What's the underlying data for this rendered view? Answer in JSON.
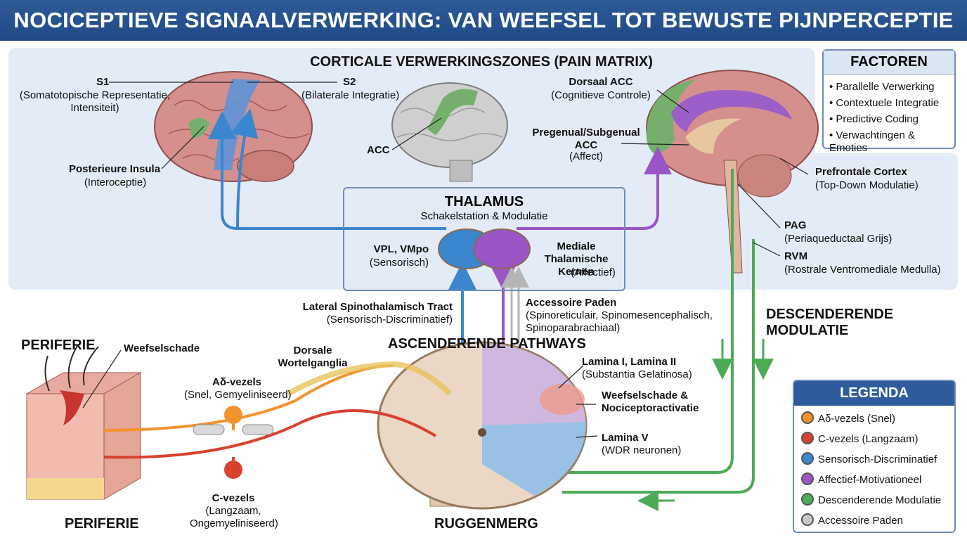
{
  "title": "NOCICEPTIEVE SIGNAALVERWERKING: VAN WEEFSEL TOT BEWUSTE PIJNPERCEPTIE",
  "cortex": {
    "header": "CORTICALE VERWERKINGSZONES (PAIN MATRIX)",
    "s1": {
      "label": "S1",
      "desc": "(Somatotopische Representatie, Intensiteit)"
    },
    "s2": {
      "label": "S2",
      "desc": "(Bilaterale Integratie)"
    },
    "insula": {
      "label": "Posterieure Insula",
      "desc": "(Interoceptie)"
    },
    "acc": {
      "label": "ACC"
    },
    "dorsal_acc": {
      "label": "Dorsaal ACC",
      "desc": "(Cognitieve Controle)"
    },
    "pregenual_acc": {
      "label": "Pregenual/Subgenual ACC",
      "desc": "(Affect)"
    },
    "prefrontal": {
      "label": "Prefrontale Cortex",
      "desc": "(Top-Down Modulatie)"
    },
    "pag": {
      "label": "PAG",
      "desc": "(Periaqueductaal Grijs)"
    },
    "rvm": {
      "label": "RVM",
      "desc": "(Rostrale Ventromediale Medulla)"
    }
  },
  "factors": {
    "header": "FACTOREN",
    "items": [
      "Parallelle Verwerking",
      "Contextuele Integratie",
      "Predictive Coding",
      "Verwachtingen & Emoties"
    ]
  },
  "thalamus": {
    "header": "THALAMUS",
    "subtitle": "Schakelstation & Modulatie",
    "vpl": {
      "label": "VPL, VMpo",
      "desc": "(Sensorisch)"
    },
    "medial": {
      "label": "Mediale Thalamische Kernen",
      "desc": "(Affectief)"
    }
  },
  "pathways": {
    "lateral": {
      "label": "Lateral Spinothalamisch Tract",
      "desc": "(Sensorisch-Discriminatief)"
    },
    "accessory": {
      "label": "Accessoire Paden",
      "desc": "(Spinoreticulair, Spinomesencephalisch, Spinoparabrachiaal)"
    },
    "ascending": "ASCENDERENDE PATHWAYS",
    "descending": "DESCENDERENDE MODULATIE"
  },
  "periphery": {
    "label_top": "PERIFERIE",
    "label_bottom": "PERIFERIE",
    "damage": "Weefselschade",
    "drg": "Dorsale Wortelganglia",
    "adelta": {
      "label": "Aδ-vezels",
      "desc": "(Snel, Gemyeliniseerd)"
    },
    "c": {
      "label": "C-vezels",
      "desc": "(Langzaam, Ongemyeliniseerd)"
    }
  },
  "spinal": {
    "label": "RUGGENMERG",
    "lamina12": {
      "label": "Lamina I, Lamina II",
      "desc": "(Substantia Gelatinosa)"
    },
    "activation": {
      "label": "Weefselschade & Nociceptoractivatie"
    },
    "lamina5": {
      "label": "Lamina V",
      "desc": "(WDR neuronen)"
    }
  },
  "legend": {
    "header": "LEGENDA",
    "items": [
      {
        "label": "Aδ-vezels (Snel)",
        "color": "#f3922b"
      },
      {
        "label": "C-vezels (Langzaam)",
        "color": "#d9412f"
      },
      {
        "label": "Sensorisch-Discriminatief",
        "color": "#3a86cf"
      },
      {
        "label": "Affectief-Motivationeel",
        "color": "#9a55c6"
      },
      {
        "label": "Descenderende Modulatie",
        "color": "#4daa57"
      },
      {
        "label": "Accessoire Paden",
        "color": "#c8c8c8"
      }
    ]
  },
  "colors": {
    "sensory": "#3a86cf",
    "affective": "#9a55c6",
    "descending": "#4daa57",
    "accessory": "#c8c8c8",
    "adelta": "#f3922b",
    "cfiber": "#d9412f",
    "banner": "#2e5a98"
  }
}
